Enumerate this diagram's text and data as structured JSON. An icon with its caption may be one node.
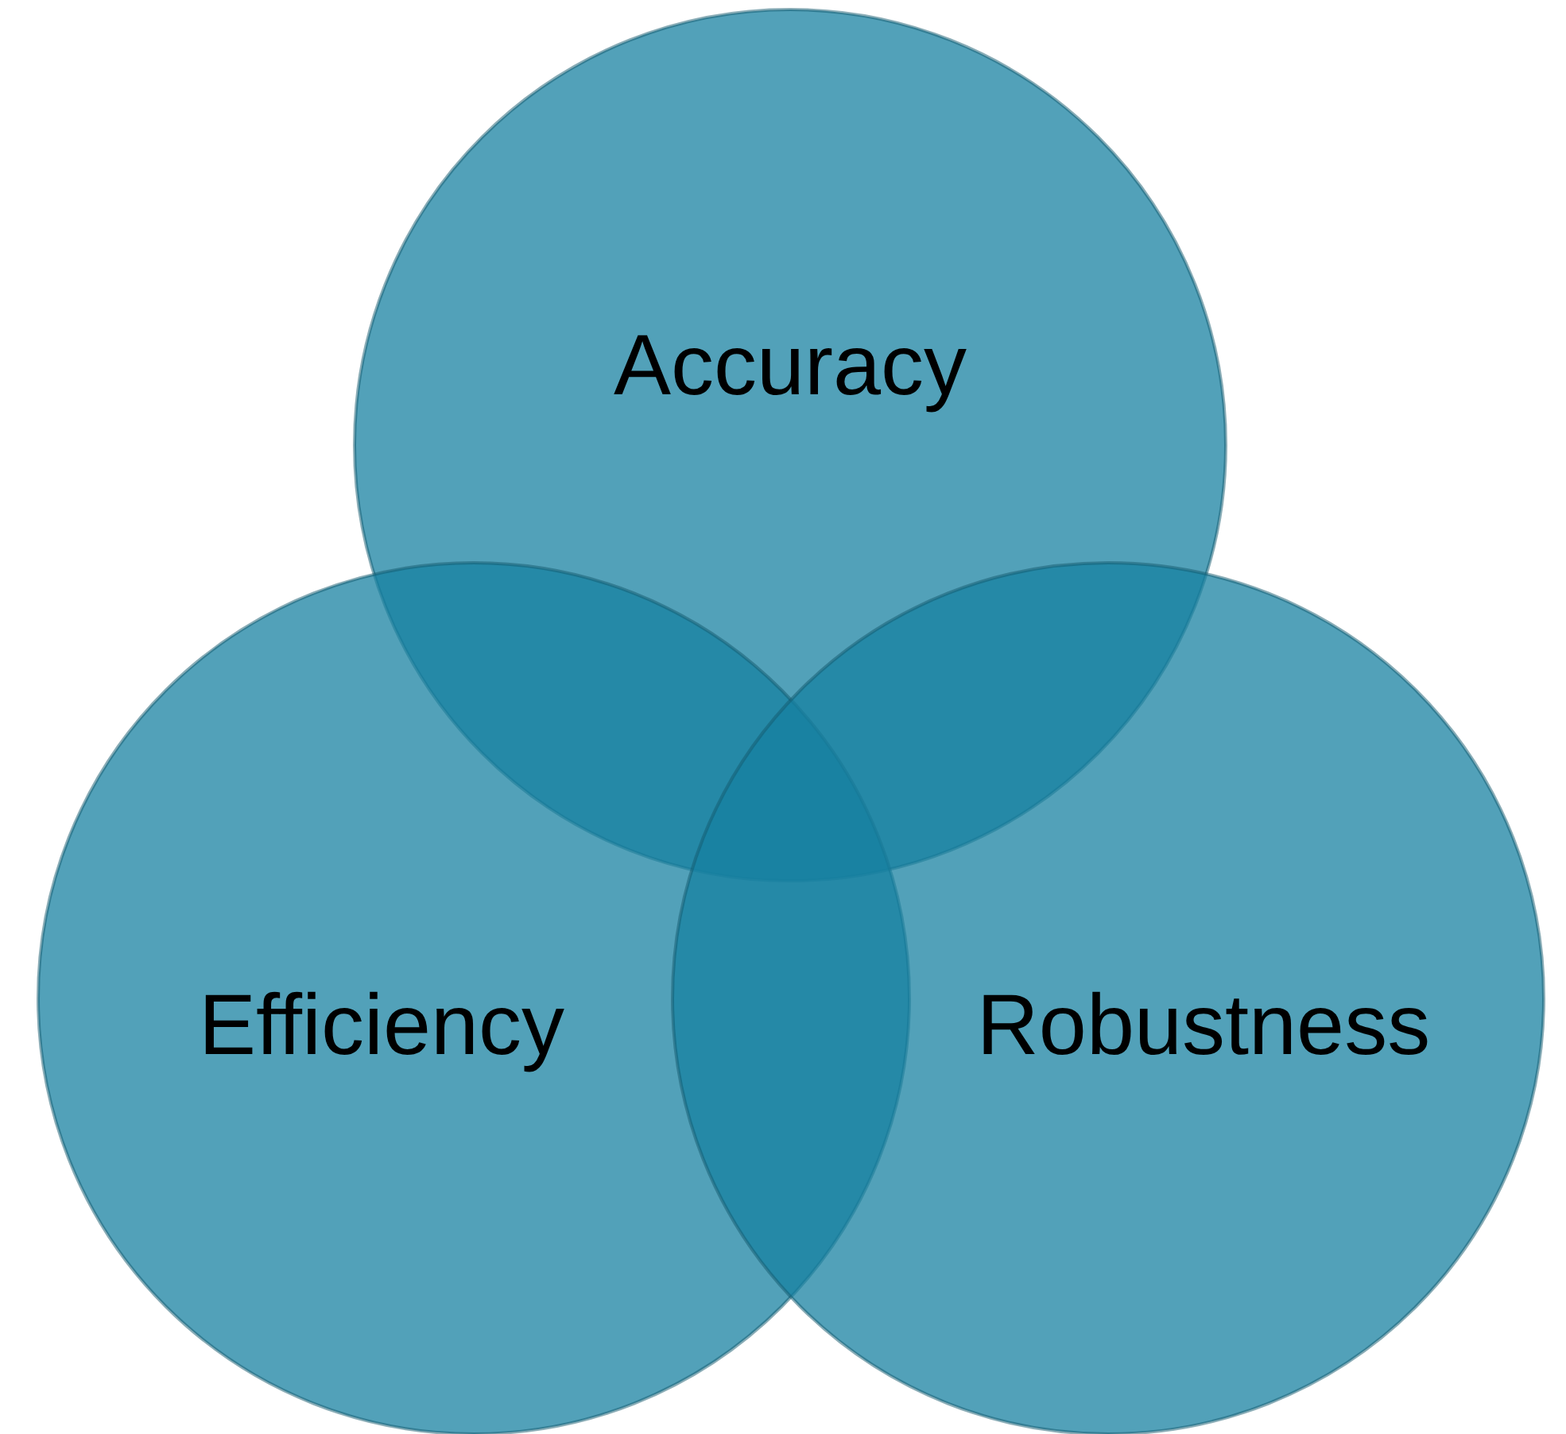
{
  "diagram": {
    "nodes": [
      {
        "text": [
          "Accuracy"
        ]
      },
      {
        "text": [
          "Efficiency"
        ]
      },
      {
        "text": [
          "Robustness"
        ]
      }
    ]
  }
}
